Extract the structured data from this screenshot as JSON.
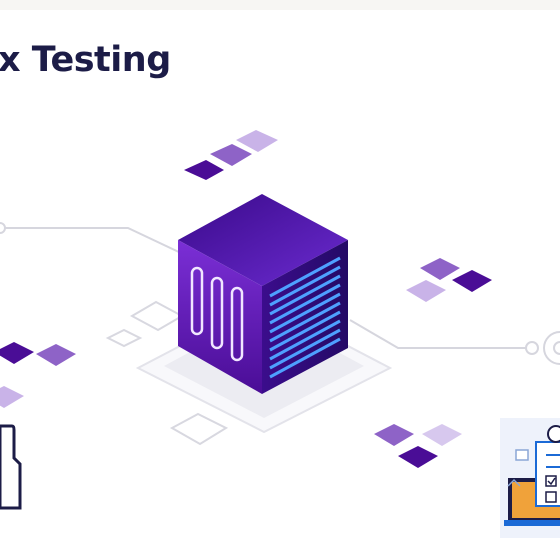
{
  "slide": {
    "heading": "x Testing"
  },
  "palette": {
    "dark_purple": "#4a0d96",
    "mid_purple": "#8e63c7",
    "light_purple": "#c9b3e8",
    "heading_navy": "#1c1c47",
    "cube_stripe_blue": "#4ea0ff",
    "connector_gray": "#d4d4dc",
    "laptop_blue": "#1b6ad6",
    "laptop_orange": "#f0a23a"
  },
  "illustration": {
    "center": "server-cube",
    "decorations": [
      "purple-isometric-tiles",
      "outline-tiles",
      "circuit-lines",
      "clipboard-checklist-laptop",
      "gear-icon"
    ]
  }
}
